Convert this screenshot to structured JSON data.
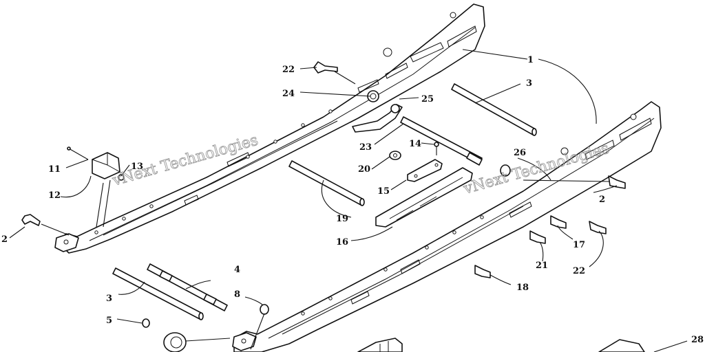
{
  "watermark": {
    "text": "vNext Technologies"
  },
  "callouts": [
    {
      "id": "c1",
      "label": "1"
    },
    {
      "id": "c3a",
      "label": "3"
    },
    {
      "id": "c3b",
      "label": "3"
    },
    {
      "id": "c2a",
      "label": "2"
    },
    {
      "id": "c2b",
      "label": "2"
    },
    {
      "id": "c4",
      "label": "4"
    },
    {
      "id": "c5",
      "label": "5"
    },
    {
      "id": "c8",
      "label": "8"
    },
    {
      "id": "c11",
      "label": "11"
    },
    {
      "id": "c12",
      "label": "12"
    },
    {
      "id": "c13",
      "label": "13"
    },
    {
      "id": "c14",
      "label": "14"
    },
    {
      "id": "c15",
      "label": "15"
    },
    {
      "id": "c16",
      "label": "16"
    },
    {
      "id": "c17",
      "label": "17"
    },
    {
      "id": "c18",
      "label": "18"
    },
    {
      "id": "c19",
      "label": "19"
    },
    {
      "id": "c20",
      "label": "20"
    },
    {
      "id": "c21",
      "label": "21"
    },
    {
      "id": "c22a",
      "label": "22"
    },
    {
      "id": "c22b",
      "label": "22"
    },
    {
      "id": "c23",
      "label": "23"
    },
    {
      "id": "c24",
      "label": "24"
    },
    {
      "id": "c25",
      "label": "25"
    },
    {
      "id": "c26",
      "label": "26"
    },
    {
      "id": "c28",
      "label": "28"
    }
  ]
}
